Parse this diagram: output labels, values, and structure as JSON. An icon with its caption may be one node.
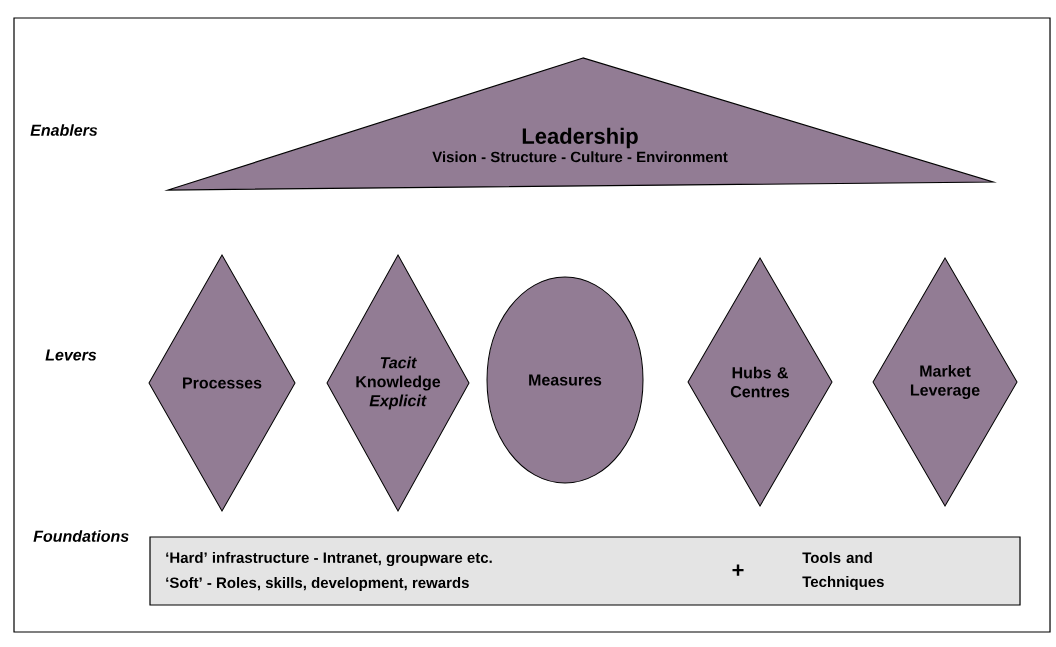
{
  "diagram": {
    "nodes": [
      {
        "text": [
          "Leadership",
          "Vision - Structure - Culture - Environment"
        ]
      },
      {
        "text": [
          "Processes"
        ]
      },
      {
        "text": [
          "*Tacit* Knowledge *Explicit*"
        ]
      },
      {
        "text": [
          "Measures"
        ]
      },
      {
        "text": [
          "Hubs & Centres"
        ]
      },
      {
        "text": [
          "Market Leverage"
        ]
      },
      {
        "text": [
          "‘Hard’ infrastructure - Intranet, groupware etc.",
          "‘Soft’  -  Roles, skills, development, rewards",
          "+",
          "Tools and Techniques"
        ]
      }
    ],
    "labels": [
      "Enablers",
      "Levers",
      "Foundations"
    ]
  }
}
